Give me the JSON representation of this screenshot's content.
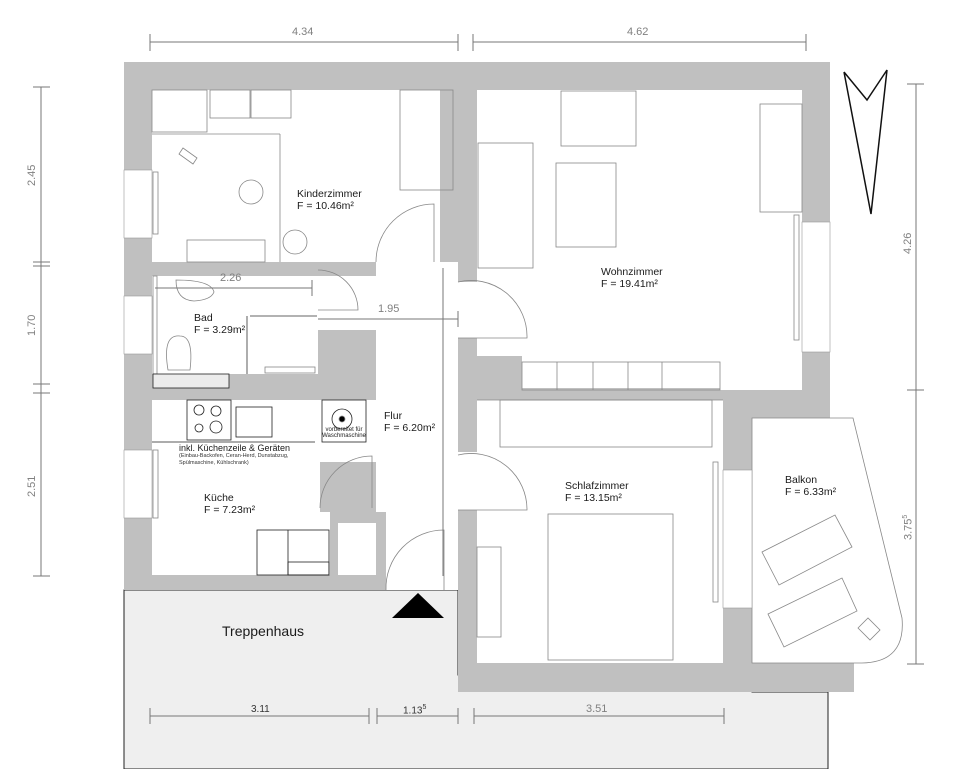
{
  "plan": {
    "colors": {
      "wall": "#c0c0c0",
      "floor": "#ffffff",
      "stairwell": "#efefef",
      "line": "#777777",
      "dimension_text": "#808080",
      "label_text": "#1a1a1a"
    },
    "rooms": [
      {
        "name": "Kinderzimmer",
        "area": "F = 10.46m²"
      },
      {
        "name": "Wohnzimmer",
        "area": "F = 19.41m²"
      },
      {
        "name": "Bad",
        "area": "F = 3.29m²"
      },
      {
        "name": "Flur",
        "area": "F = 6.20m²"
      },
      {
        "name": "Küche",
        "area": "F = 7.23m²"
      },
      {
        "name": "Schlafzimmer",
        "area": "F = 13.15m²"
      },
      {
        "name": "Balkon",
        "area": "F = 6.33m²"
      }
    ],
    "kitchen_note": {
      "title": "inkl. Küchenzeile & Geräten",
      "line1": "(Einbau-Backofen, Ceran-Herd, Dunstabzug,",
      "line2": "Spülmaschine, Kühlschrank)"
    },
    "washer_note": {
      "line1": "vorbereitet für",
      "line2": "Waschmaschine"
    },
    "stairwell_label": "Treppenhaus",
    "dimensions": {
      "top": [
        "4.34",
        "4.62"
      ],
      "left": [
        "2.45",
        "1.70",
        "2.51"
      ],
      "right": [
        "4.26",
        "3.75"
      ],
      "right_sup": "5",
      "bottom": [
        "3.11",
        "1.13",
        "3.51"
      ],
      "bottom_sup": "5",
      "interior": [
        "2.26",
        "1.95"
      ]
    },
    "north_arrow": "north-arrow",
    "entrance_marker": "entrance-triangle"
  }
}
